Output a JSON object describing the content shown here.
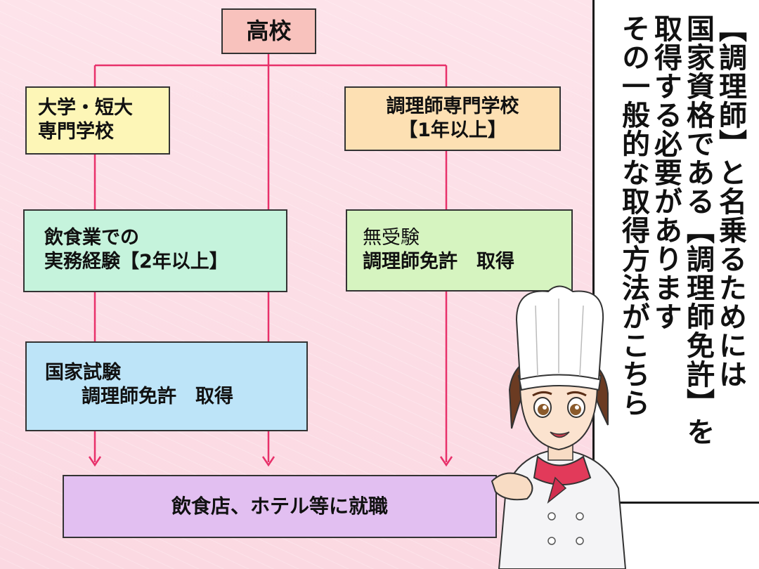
{
  "flow": {
    "highschool": "高校",
    "university": [
      "大学・短大",
      "専門学校"
    ],
    "culinary_school": [
      "調理師専門学校",
      "【1年以上】"
    ],
    "work_experience": [
      "飲食業での",
      "実務経験【2年以上】"
    ],
    "no_exam": [
      "無受験",
      "調理師免許　取得"
    ],
    "national_exam": [
      "国家試験",
      "調理師免許　取得"
    ],
    "employment": "飲食店、ホテル等に就職"
  },
  "caption": [
    "【調理師】と名乗るためには",
    "国家資格である【調理師免許】を",
    "取得する必要があります",
    "その一般的な取得方法がこちら"
  ],
  "colors": {
    "background": "#fbdce4",
    "arrow": "#e8306a",
    "highschool": "#f8c2bd",
    "university": "#fdf6b7",
    "culinary_school": "#fde0b3",
    "work_experience": "#c5f3dc",
    "no_exam": "#d6f4c0",
    "national_exam": "#bde4f8",
    "employment": "#e2bff1"
  },
  "illustration": "chef-character"
}
